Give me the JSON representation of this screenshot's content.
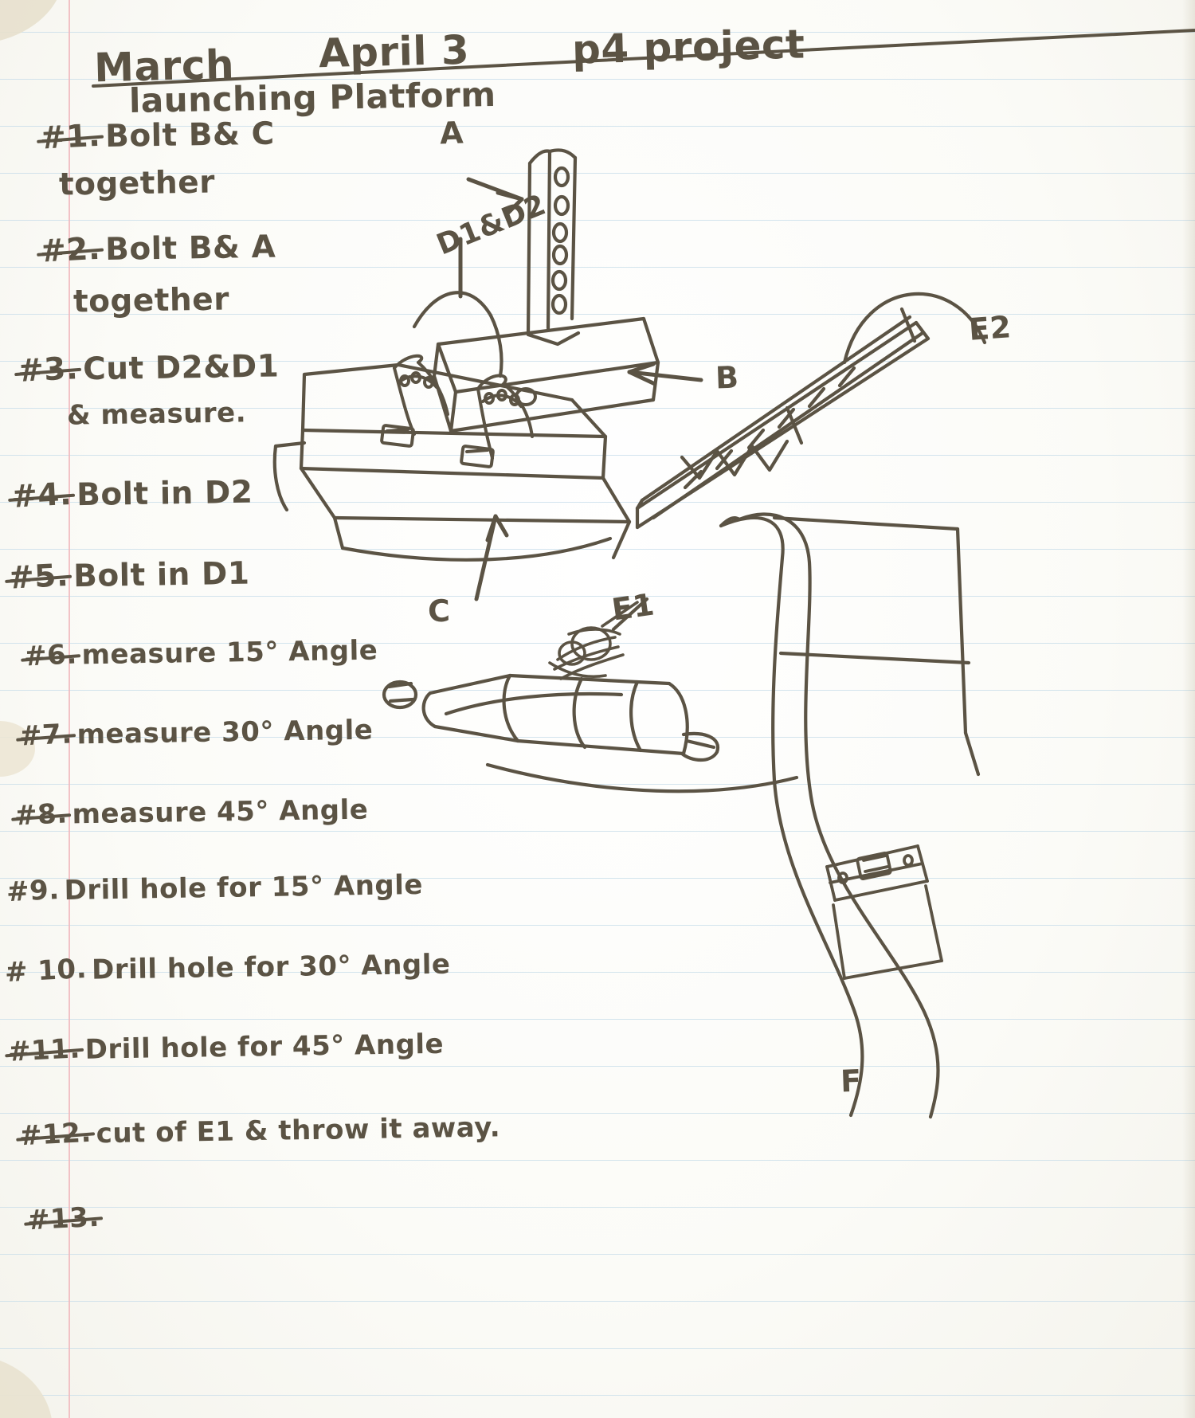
{
  "page": {
    "kind": "handwritten-notebook-page",
    "paper": "college-ruled-lined-paper",
    "ink_color": "#5b5344",
    "rule_color": "#c4dbe8",
    "margin_color": "#f0b9bd"
  },
  "header": {
    "struck_word": "March",
    "date": "April 3",
    "project_title": "p4 project",
    "subtitle": "launching Platform"
  },
  "steps": [
    {
      "number": "#1.",
      "text": "Bolt  B& C",
      "continuation": "together"
    },
    {
      "number": "#2.",
      "text": "Bolt B& A",
      "continuation": "together"
    },
    {
      "number": "#3.",
      "text": "Cut D2&D1",
      "continuation": "& measure."
    },
    {
      "number": "#4.",
      "text": "Bolt in D2",
      "continuation": ""
    },
    {
      "number": "#5.",
      "text": "Bolt in D1",
      "continuation": ""
    },
    {
      "number": "#6.",
      "text": "measure 15° Angle",
      "continuation": ""
    },
    {
      "number": "#7.",
      "text": "measure 30° Angle",
      "continuation": ""
    },
    {
      "number": "#8.",
      "text": "measure 45° Angle",
      "continuation": ""
    },
    {
      "number": "#9.",
      "text": "Drill  hole for 15° Angle",
      "continuation": ""
    },
    {
      "number": "# 10.",
      "text": "Drill  hole for 30° Angle",
      "continuation": ""
    },
    {
      "number": "#11.",
      "text": "Drill hole for 45° Angle",
      "continuation": ""
    },
    {
      "number": "#12.",
      "text": "cut of E1 & throw it away.",
      "continuation": ""
    },
    {
      "number": "#13.",
      "text": "",
      "continuation": ""
    }
  ],
  "diagram": {
    "caption": "isometric pencil sketch of a launching platform assembly",
    "labels": [
      {
        "id": "A",
        "text": "A"
      },
      {
        "id": "D1D2",
        "text": "D1&D2"
      },
      {
        "id": "B",
        "text": "B"
      },
      {
        "id": "C",
        "text": "C"
      },
      {
        "id": "E1",
        "text": "E1"
      },
      {
        "id": "E2",
        "text": "E2"
      },
      {
        "id": "F",
        "text": "F"
      }
    ],
    "parts": [
      "vertical-upright-post",
      "horizontal-beam-block",
      "base-platform-slab",
      "two-u-clamp-straps",
      "angled-rail-arm",
      "cylinder-launch-tube",
      "curved-support-strut"
    ]
  }
}
